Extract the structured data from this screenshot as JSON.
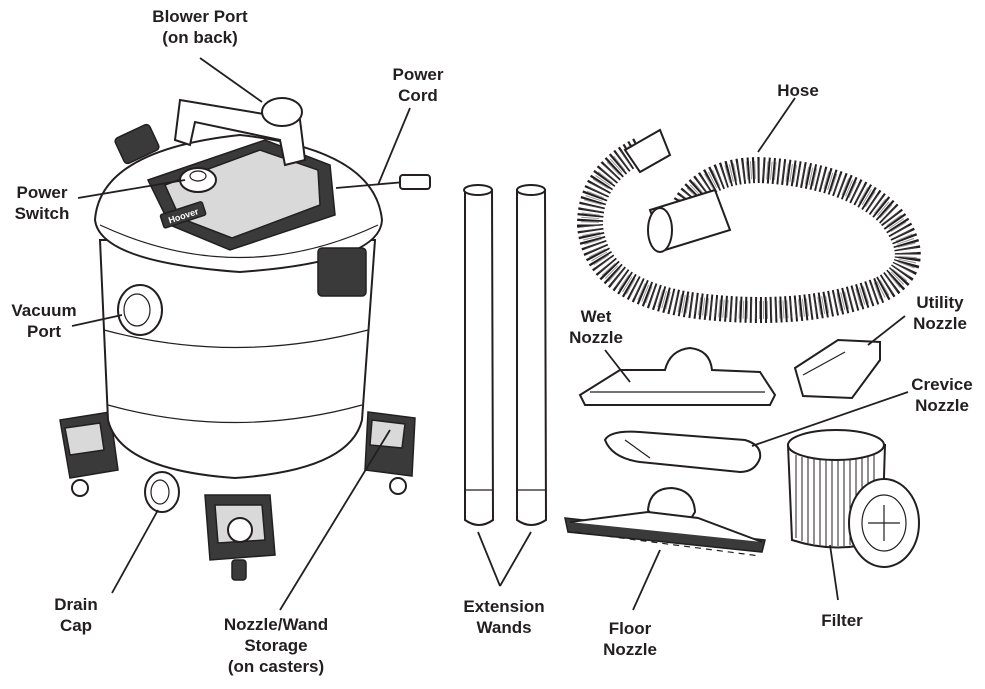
{
  "labels": {
    "blower_port": [
      "Blower Port",
      "(on back)"
    ],
    "power_cord": [
      "Power",
      "Cord"
    ],
    "power_switch": [
      "Power",
      "Switch"
    ],
    "vacuum_port": [
      "Vacuum",
      "Port"
    ],
    "drain_cap": [
      "Drain",
      "Cap"
    ],
    "nozzle_storage": [
      "Nozzle/Wand",
      "Storage",
      "(on casters)"
    ],
    "extension_wands": [
      "Extension",
      "Wands"
    ],
    "hose": [
      "Hose"
    ],
    "wet_nozzle": [
      "Wet",
      "Nozzle"
    ],
    "utility_nozzle": [
      "Utility",
      "Nozzle"
    ],
    "crevice_nozzle": [
      "Crevice",
      "Nozzle"
    ],
    "floor_nozzle": [
      "Floor",
      "Nozzle"
    ],
    "filter": [
      "Filter"
    ]
  },
  "logo_text": "Hoover"
}
